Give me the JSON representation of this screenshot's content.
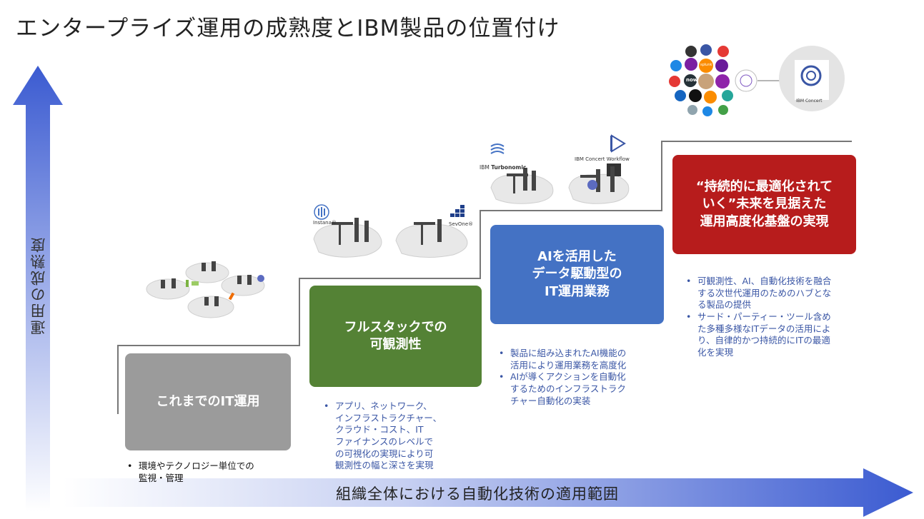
{
  "title": "エンタープライズ運用の成熟度とIBM製品の位置付け",
  "y_axis_label": "運用の成熟度",
  "x_axis_label": "組織全体における自動化技術の適用範囲",
  "colors": {
    "arrow_blue": "#3b5bd1",
    "stage1": "#9b9b9b",
    "stage2": "#548235",
    "stage3": "#4472c4",
    "stage4": "#b71c1c",
    "bullet_text": "#3a56a5"
  },
  "stages": [
    {
      "title_line1": "これまでのIT運用",
      "bullets": [
        "環境やテクノロジー単位での",
        "監視・管理"
      ]
    },
    {
      "title_line1": "フルスタックでの",
      "title_line2": "可観測性",
      "bullets": [
        "アプリ、ネットワーク、",
        "インフラストラクチャー、",
        "クラウド・コスト、IT",
        "ファイナンスのレベルで",
        "の可視化の実現により可",
        "観測性の幅と深さを実現"
      ]
    },
    {
      "title_line1": "AIを活用した",
      "title_line2": "データ駆動型の",
      "title_line3": "IT運用業務",
      "bullets": [
        "製品に組み込まれたAI機能の",
        "活用により運用業務を高度化",
        "AIが導くアクションを自動化",
        "するためのインフラストラク",
        "チャー自動化の実装"
      ]
    },
    {
      "title_line1": "“持続的に最適化されて",
      "title_line2": "いく”未来を見据えた",
      "title_line3": "運用高度化基盤の実現",
      "bullets": [
        "可観測性、AI、自動化技術を融合",
        "する次世代運用のためのハブとな",
        "る製品の提供",
        "サード・パーティー・ツール含め",
        "た多種多様なITデータの活用によ",
        "り、自律的かつ持続的にITの最適",
        "化を実現"
      ]
    }
  ],
  "products": {
    "instana": "Instana®",
    "sevone": "SevOne®",
    "turbonomic_prefix": "IBM",
    "turbonomic_name": "Turbonomic",
    "concert_workflow": "IBM Concert Workflow",
    "concert": "IBM Concert",
    "logo_now": "now",
    "logo_splunk": "splunk"
  },
  "icons": {
    "y_arrow": "up-arrow-icon",
    "x_arrow": "right-arrow-icon",
    "instana": "instana-logo-icon",
    "sevone": "sevone-logo-icon",
    "turbonomic": "turbonomic-logo-icon",
    "concert_workflow": "play-logo-icon",
    "concert": "concert-ring-icon"
  }
}
